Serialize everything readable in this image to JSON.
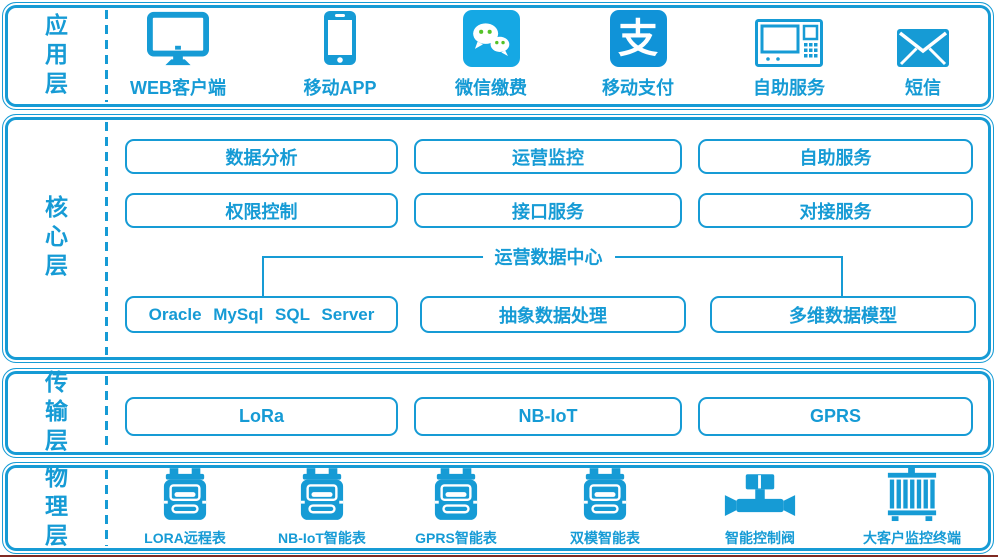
{
  "colors": {
    "accent": "#169bd5",
    "wechat_blue": "#15a8e4",
    "alipay_blue": "#1093d8",
    "wechat_green": "#55c228",
    "bottom_edge": "#7e2a23"
  },
  "alipay_glyph": "支",
  "layers": {
    "application": {
      "label": "应用层",
      "items": [
        {
          "icon": "monitor-icon",
          "label": "WEB客户端"
        },
        {
          "icon": "smartphone-icon",
          "label": "移动APP"
        },
        {
          "icon": "wechat-icon",
          "label": "微信缴费"
        },
        {
          "icon": "alipay-icon",
          "label": "移动支付"
        },
        {
          "icon": "kiosk-icon",
          "label": "自助服务"
        },
        {
          "icon": "envelope-icon",
          "label": "短信"
        }
      ]
    },
    "core": {
      "label": "核心层",
      "row1": [
        "数据分析",
        "运营监控",
        "自助服务"
      ],
      "row2": [
        "权限控制",
        "接口服务",
        "对接服务"
      ],
      "hub_label": "运营数据中心",
      "row3": [
        "Oracle MySql SQL Server",
        "抽象数据处理",
        "多维数据模型"
      ]
    },
    "transmission": {
      "label": "传输层",
      "boxes": [
        "LoRa",
        "NB-IoT",
        "GPRS"
      ]
    },
    "physical": {
      "label": "物理层",
      "items": [
        {
          "icon": "meter-icon",
          "label": "LORA远程表"
        },
        {
          "icon": "meter-icon",
          "label": "NB-IoT智能表"
        },
        {
          "icon": "meter-icon",
          "label": "GPRS智能表"
        },
        {
          "icon": "meter-icon",
          "label": "双模智能表"
        },
        {
          "icon": "valve-icon",
          "label": "智能控制阀"
        },
        {
          "icon": "radiator-icon",
          "label": "大客户监控终端"
        }
      ]
    }
  }
}
